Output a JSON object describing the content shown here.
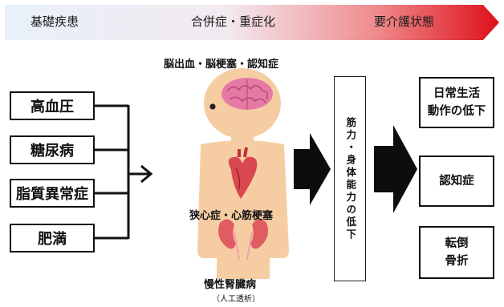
{
  "stages": [
    "基礎疾患",
    "合併症・重症化",
    "要介護状態"
  ],
  "conditions": [
    "高血圧",
    "糖尿病",
    "脂質異常症",
    "肥満"
  ],
  "body_labels": {
    "brain": "脳出血・脳梗塞・認知症",
    "heart": "狭心症・心筋梗塞",
    "kidney": "慢性腎臓病",
    "kidney_note": "（人工透析）"
  },
  "decline": "筋力・身体能力の低下",
  "outcomes": [
    {
      "lines": [
        "日常生活",
        "動作の低下"
      ]
    },
    {
      "lines": [
        "認知症"
      ]
    },
    {
      "lines": [
        "転倒",
        "骨折"
      ]
    }
  ],
  "colors": {
    "arrow_start": "#e6eff9",
    "arrow_end": "#e0141e",
    "skin": "#f5c99e",
    "brain": "#e8739e",
    "heart": "#d8444c",
    "kidney": "#e0555e"
  },
  "icons": [
    "brain-icon",
    "heart-icon",
    "kidney-icon",
    "person-silhouette"
  ]
}
